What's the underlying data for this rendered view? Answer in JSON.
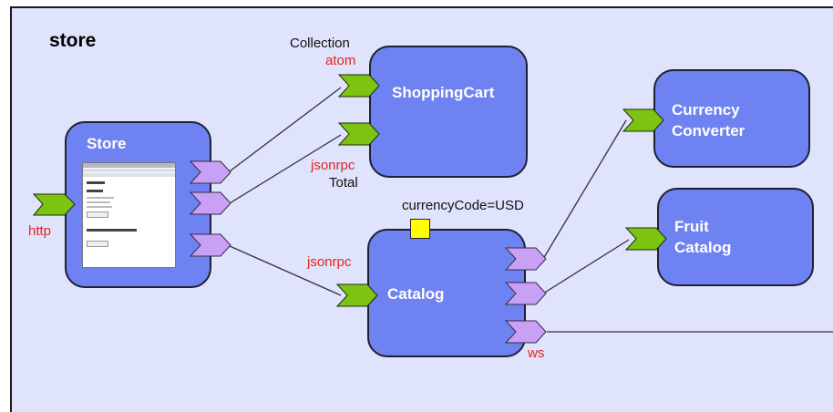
{
  "composite_title": "store",
  "components": {
    "store": {
      "label": "Store"
    },
    "shopping_cart": {
      "label": "ShoppingCart"
    },
    "catalog": {
      "label": "Catalog"
    },
    "currency_converter": {
      "label_line1": "Currency",
      "label_line2": "Converter"
    },
    "fruit_catalog": {
      "label_line1": "Fruit",
      "label_line2": "Catalog"
    }
  },
  "binding_labels": {
    "http": "http",
    "atom": "atom",
    "collection": "Collection",
    "jsonrpc_cart": "jsonrpc",
    "total": "Total",
    "jsonrpc_catalog": "jsonrpc",
    "ws": "ws"
  },
  "property_label": "currencyCode=USD",
  "colors": {
    "canvas": "#dfe3fc",
    "component_fill": "#6f82f1",
    "service": "#7cc410",
    "reference": "#c8a0f4",
    "binding_text": "#e3261c",
    "property": "#ffff00"
  }
}
